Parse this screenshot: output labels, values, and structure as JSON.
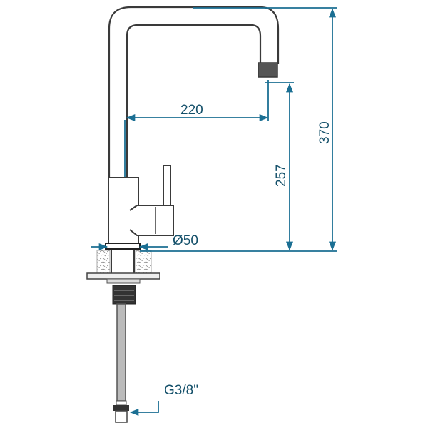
{
  "title": "Kitchen faucet dimension drawing",
  "dimensions": {
    "spout_reach": "220",
    "spout_height": "257",
    "total_height": "370",
    "base_diameter": "Ø50",
    "connection": "G3/8\""
  },
  "colors": {
    "outline": "#3a3a3a",
    "dimension": "#1b6f93",
    "label": "#14506a"
  }
}
